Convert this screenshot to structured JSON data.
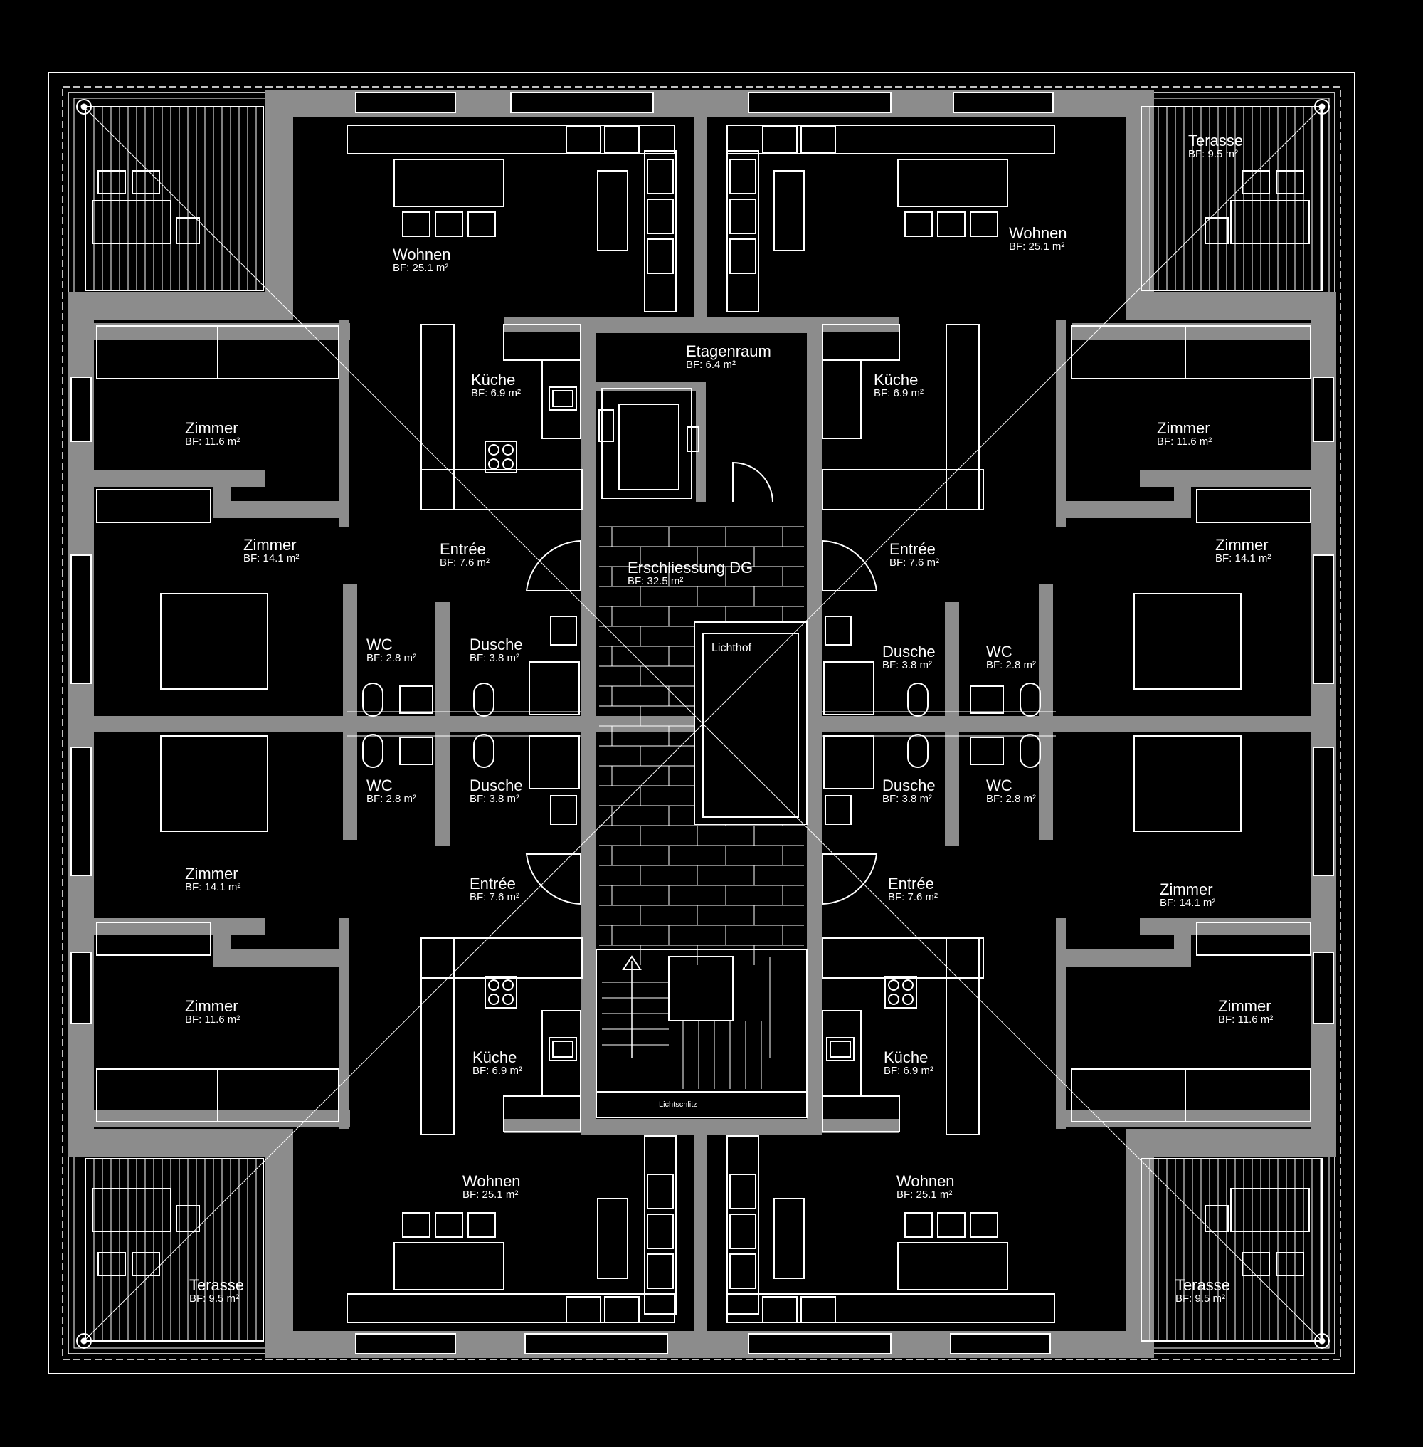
{
  "plan": {
    "colors": {
      "background": "#000000",
      "wall": "#8c8c8c",
      "line": "#ffffff"
    },
    "rooms": {
      "wohnen_nw": {
        "name": "Wohnen",
        "area": "BF: 25.1 m²"
      },
      "wohnen_ne": {
        "name": "Wohnen",
        "area": "BF: 25.1 m²"
      },
      "wohnen_sw": {
        "name": "Wohnen",
        "area": "BF: 25.1 m²"
      },
      "wohnen_se": {
        "name": "Wohnen",
        "area": "BF: 25.1 m²"
      },
      "terasse_ne": {
        "name": "Terasse",
        "area": "BF: 9.5 m²"
      },
      "terasse_sw": {
        "name": "Terasse",
        "area": "BF: 9.5 m²"
      },
      "terasse_se": {
        "name": "Terasse",
        "area": "BF: 9.5 m²"
      },
      "etagenraum": {
        "name": "Etagenraum",
        "area": "BF: 6.4 m²"
      },
      "kueche_nw": {
        "name": "Küche",
        "area": "BF: 6.9 m²"
      },
      "kueche_ne": {
        "name": "Küche",
        "area": "BF: 6.9 m²"
      },
      "kueche_sw": {
        "name": "Küche",
        "area": "BF: 6.9 m²"
      },
      "kueche_se": {
        "name": "Küche",
        "area": "BF: 6.9 m²"
      },
      "zimmer_w1": {
        "name": "Zimmer",
        "area": "BF: 11.6 m²"
      },
      "zimmer_w2": {
        "name": "Zimmer",
        "area": "BF: 14.1 m²"
      },
      "zimmer_w3": {
        "name": "Zimmer",
        "area": "BF: 14.1 m²"
      },
      "zimmer_w4": {
        "name": "Zimmer",
        "area": "BF: 11.6 m²"
      },
      "zimmer_e1": {
        "name": "Zimmer",
        "area": "BF: 11.6 m²"
      },
      "zimmer_e2": {
        "name": "Zimmer",
        "area": "BF: 14.1 m²"
      },
      "zimmer_e3": {
        "name": "Zimmer",
        "area": "BF: 14.1 m²"
      },
      "zimmer_e4": {
        "name": "Zimmer",
        "area": "BF: 11.6 m²"
      },
      "entree_nw": {
        "name": "Entrée",
        "area": "BF: 7.6 m²"
      },
      "entree_ne": {
        "name": "Entrée",
        "area": "BF: 7.6 m²"
      },
      "entree_sw": {
        "name": "Entrée",
        "area": "BF: 7.6 m²"
      },
      "entree_se": {
        "name": "Entrée",
        "area": "BF: 7.6 m²"
      },
      "erschliessung": {
        "name": "Erschliessung DG",
        "area": "BF: 32.5 m²"
      },
      "wc_nw": {
        "name": "WC",
        "area": "BF: 2.8 m²"
      },
      "wc_ne": {
        "name": "WC",
        "area": "BF: 2.8 m²"
      },
      "wc_sw": {
        "name": "WC",
        "area": "BF: 2.8 m²"
      },
      "wc_se": {
        "name": "WC",
        "area": "BF: 2.8 m²"
      },
      "dusche_nw": {
        "name": "Dusche",
        "area": "BF: 3.8 m²"
      },
      "dusche_ne": {
        "name": "Dusche",
        "area": "BF: 3.8 m²"
      },
      "dusche_sw": {
        "name": "Dusche",
        "area": "BF: 3.8 m²"
      },
      "dusche_se": {
        "name": "Dusche",
        "area": "BF: 3.8 m²"
      }
    },
    "labels": {
      "lichthof": "Lichthof",
      "lichtschlitz": "Lichtschlitz"
    }
  }
}
